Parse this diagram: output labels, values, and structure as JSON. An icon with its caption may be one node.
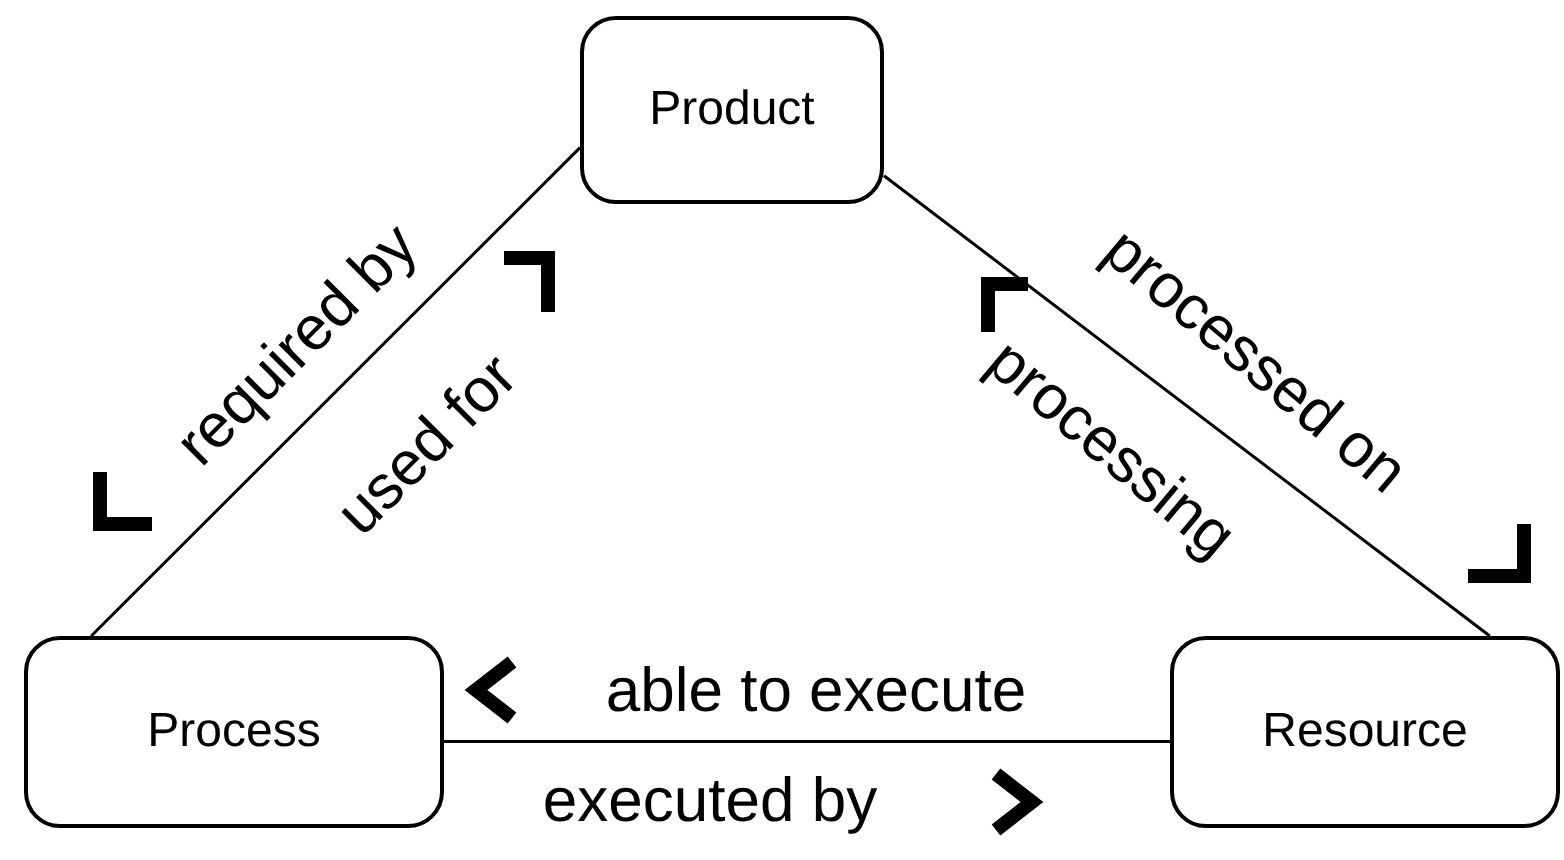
{
  "diagram": {
    "nodes": [
      {
        "text": [
          "Product"
        ]
      },
      {
        "text": [
          "Process"
        ]
      },
      {
        "text": [
          "Resource"
        ]
      }
    ],
    "edges": [
      {
        "from": 0,
        "to": 1,
        "arrow": "none"
      },
      {
        "from": 0,
        "to": 2,
        "arrow": "none"
      },
      {
        "from": 1,
        "to": 2,
        "arrow": "none"
      }
    ],
    "labels": [
      "required by",
      "used for",
      "processed on",
      "processing",
      "able to execute",
      "executed by"
    ]
  }
}
